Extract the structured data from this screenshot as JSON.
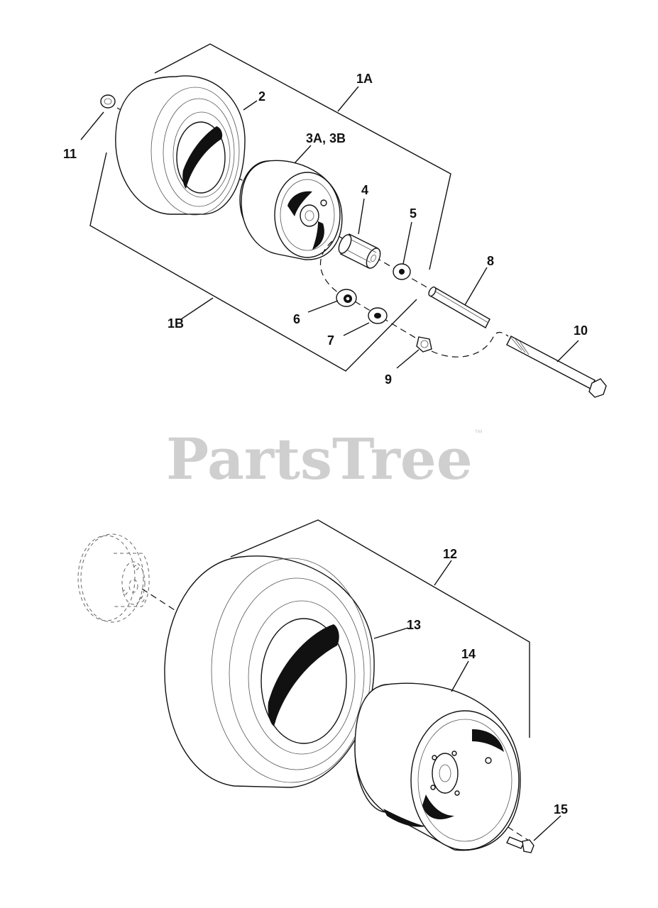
{
  "watermark": {
    "text": "PartsTree",
    "trademark": "™"
  },
  "callouts": {
    "c1A": "1A",
    "c1B": "1B",
    "c2": "2",
    "c3": "3A, 3B",
    "c4": "4",
    "c5": "5",
    "c6": "6",
    "c7": "7",
    "c8": "8",
    "c9": "9",
    "c10": "10",
    "c11": "11",
    "c12": "12",
    "c13": "13",
    "c14": "14",
    "c15": "15"
  },
  "parts": [
    {
      "ref": "1A",
      "icon": "front-wheel-assembly-icon"
    },
    {
      "ref": "1B",
      "icon": "front-wheel-assembly-icon"
    },
    {
      "ref": "2",
      "icon": "front-tire-icon"
    },
    {
      "ref": "3A, 3B",
      "icon": "front-rim-icon"
    },
    {
      "ref": "4",
      "icon": "bushing-icon"
    },
    {
      "ref": "5",
      "icon": "washer-icon"
    },
    {
      "ref": "6",
      "icon": "bearing-icon"
    },
    {
      "ref": "7",
      "icon": "washer-icon"
    },
    {
      "ref": "8",
      "icon": "spacer-tube-icon"
    },
    {
      "ref": "9",
      "icon": "nut-icon"
    },
    {
      "ref": "10",
      "icon": "axle-bolt-icon"
    },
    {
      "ref": "11",
      "icon": "valve-stem-icon"
    },
    {
      "ref": "12",
      "icon": "rear-wheel-assembly-icon"
    },
    {
      "ref": "13",
      "icon": "rear-tire-icon"
    },
    {
      "ref": "14",
      "icon": "rear-rim-icon"
    },
    {
      "ref": "15",
      "icon": "lug-bolt-icon"
    }
  ]
}
